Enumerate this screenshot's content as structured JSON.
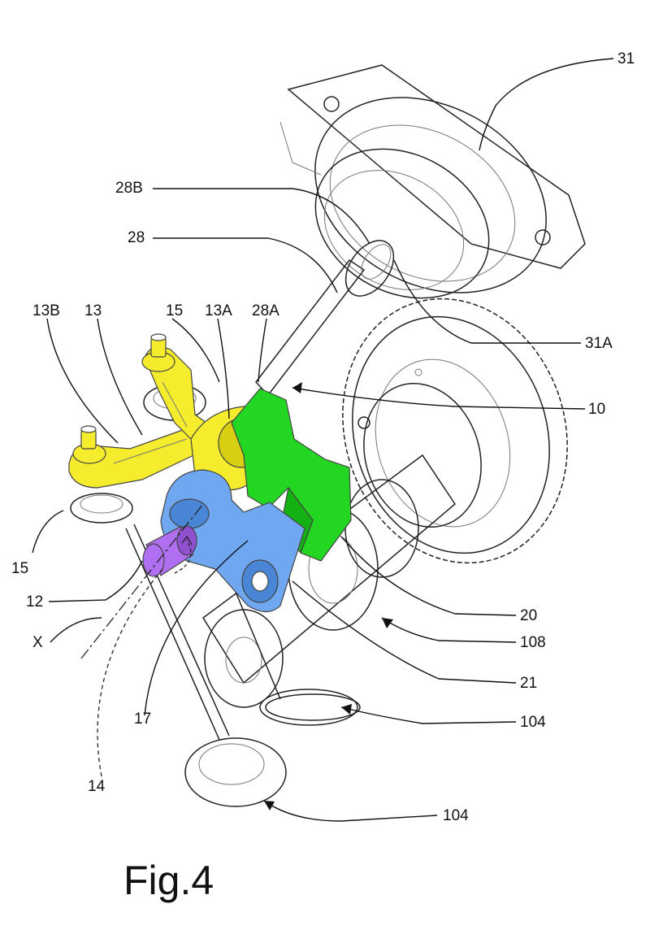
{
  "figure": {
    "caption": "Fig.4"
  },
  "colors": {
    "rocker_arm": "#f4ec2c",
    "rocker_arm_dark": "#d9cf12",
    "shift_fork": "#22d622",
    "shift_fork_dark": "#14b014",
    "lever": "#6fa8f0",
    "lever_dark": "#4a86d6",
    "pin": "#b06ef0",
    "outline": "#444444"
  },
  "labels": {
    "l31": "31",
    "l28B": "28B",
    "l28": "28",
    "l13B": "13B",
    "l13": "13",
    "l15_top": "15",
    "l13A": "13A",
    "l28A": "28A",
    "l31A": "31A",
    "l10": "10",
    "l15_left": "15",
    "l12": "12",
    "lX": "X",
    "l20": "20",
    "l108": "108",
    "l21": "21",
    "l17": "17",
    "l104_upper": "104",
    "l14": "14",
    "l104_lower": "104"
  }
}
